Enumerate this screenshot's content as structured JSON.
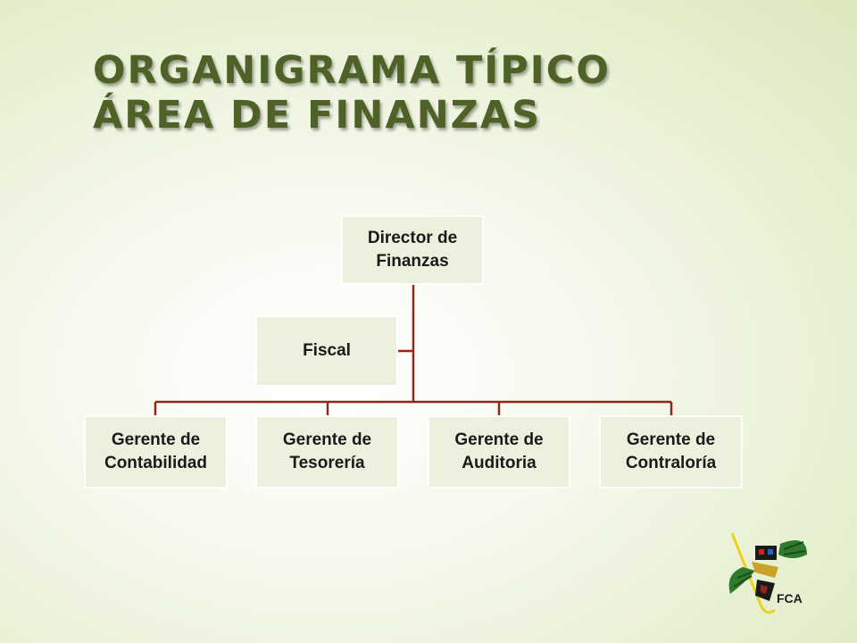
{
  "title": {
    "line1": "ORGANIGRAMA TÍPICO",
    "line2": "ÁREA DE FINANZAS"
  },
  "chart": {
    "root": {
      "line1": "Director de",
      "line2": "Finanzas"
    },
    "assistant": {
      "label": "Fiscal"
    },
    "children": [
      {
        "line1": "Gerente de",
        "line2": "Contabilidad"
      },
      {
        "line1": "Gerente de",
        "line2": "Tesorería"
      },
      {
        "line1": "Gerente de",
        "line2": "Auditoria"
      },
      {
        "line1": "Gerente de",
        "line2": "Contraloría"
      }
    ]
  },
  "logo": {
    "text": "FCA"
  },
  "colors": {
    "title": "#4e6228",
    "connector": "#8b2a1a",
    "node_fill": "#ebf1dc"
  }
}
